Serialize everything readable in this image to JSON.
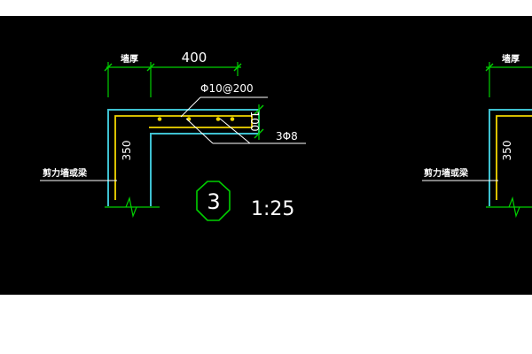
{
  "drawing": {
    "background_color": "#000000",
    "colors": {
      "dimension": "#00d000",
      "wall_outline": "#3ec0d0",
      "rebar": "#f2d600",
      "text": "#ffffff",
      "leader": "#ffffff",
      "callout": "#00d000"
    },
    "left_detail": {
      "wall_thickness_label": "墙厚",
      "overhang_dimension": "400",
      "stirrup_spec": "Φ10@200",
      "edge_dimension": "100",
      "longitudinal_bars": "3Φ8",
      "wall_height_dimension": "350",
      "support_label": "剪力墙或梁",
      "callout_number": "3",
      "scale": "1:25"
    },
    "right_detail": {
      "wall_thickness_label": "墙厚",
      "wall_height_dimension": "350",
      "support_label": "剪力墙或梁"
    }
  }
}
